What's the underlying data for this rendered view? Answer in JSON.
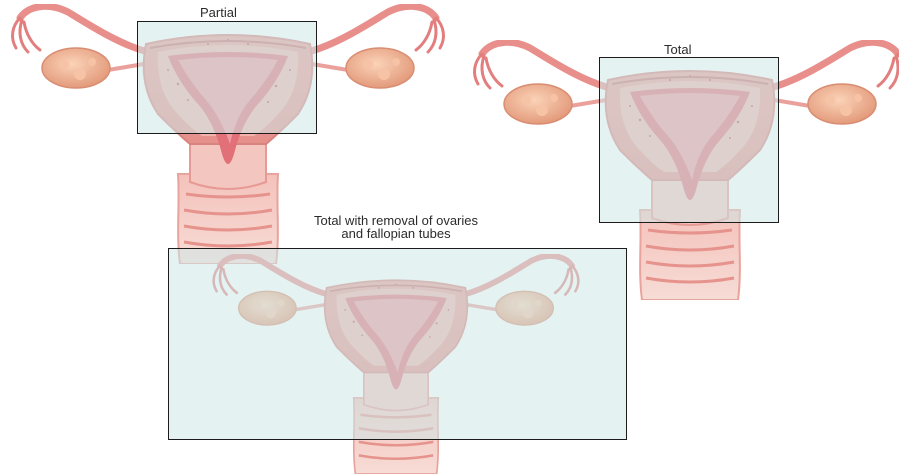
{
  "diagram": {
    "panels": [
      {
        "id": "partial",
        "title": "Partial"
      },
      {
        "id": "total",
        "title": "Total"
      },
      {
        "id": "total-removal",
        "title_line1": "Total with removal of ovaries",
        "title_line2": "and fallopian tubes"
      }
    ],
    "colors": {
      "uterus_outer": "#e79a95",
      "uterus_inner": "#f4c9c2",
      "cavity": "#e06f77",
      "ovary": "#f3b08f",
      "tube": "#e88f8c",
      "highlight_box": "#cde8e8"
    }
  }
}
